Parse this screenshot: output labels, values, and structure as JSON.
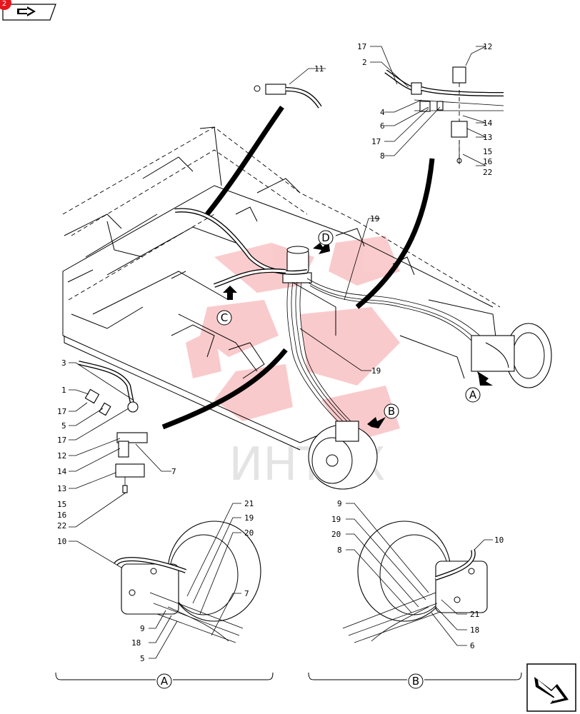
{
  "nav": {
    "badge_number": "2",
    "prev_icon": "back-arrow-icon",
    "next_icon": "forward-arrow-icon"
  },
  "watermark": {
    "text": "ИНТЕХ",
    "color": "#e8151b"
  },
  "views": {
    "A": "A",
    "B": "B",
    "C": "C",
    "D": "D"
  },
  "callouts": {
    "p11": "11",
    "p17a": "17",
    "p2a": "2",
    "p12a": "12",
    "p4a": "4",
    "p6a": "6",
    "p17b": "17",
    "p8a": "8",
    "p14a": "14",
    "p13a": "13",
    "p15a": "15",
    "p16a": "16",
    "p22a": "22",
    "p19a": "19",
    "p19b": "19",
    "p3": "3",
    "p1": "1",
    "p17c": "17",
    "p5a": "5",
    "p17d": "17",
    "p12b": "12",
    "p14b": "14",
    "p7a": "7",
    "p13b": "13",
    "p15b": "15",
    "p16b": "16",
    "p22b": "22",
    "p10a": "10",
    "p21a": "21",
    "p19c": "19",
    "p20a": "20",
    "p7b": "7",
    "p9a": "9",
    "p18a": "18",
    "p5b": "5",
    "p9b": "9",
    "p19d": "19",
    "p20b": "20",
    "p8b": "8",
    "p10b": "10",
    "p21b": "21",
    "p18b": "18",
    "p6b": "6"
  }
}
